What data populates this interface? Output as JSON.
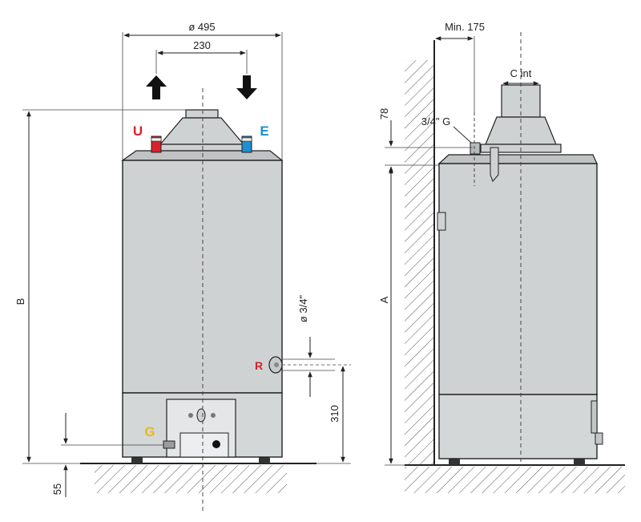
{
  "dimensions": {
    "diameter": "ø 495",
    "spacing": "230",
    "min_clearance": "Min. 175",
    "chimney": "C int",
    "height_78": "78",
    "thread": "3/4\" G",
    "total_height": "B",
    "body_height": "A",
    "pipe_diameter": "ø 3/4\"",
    "height_310": "310",
    "height_55": "55"
  },
  "connections": {
    "outlet": "U",
    "inlet": "E",
    "return": "R",
    "gas": "G"
  },
  "colors": {
    "outlet": "#d9212b",
    "inlet": "#1e8fd0",
    "return": "#d9212b",
    "gas": "#e8b81a",
    "body": "#cfd2d3",
    "outline": "#222222",
    "arrow": "#111111"
  }
}
